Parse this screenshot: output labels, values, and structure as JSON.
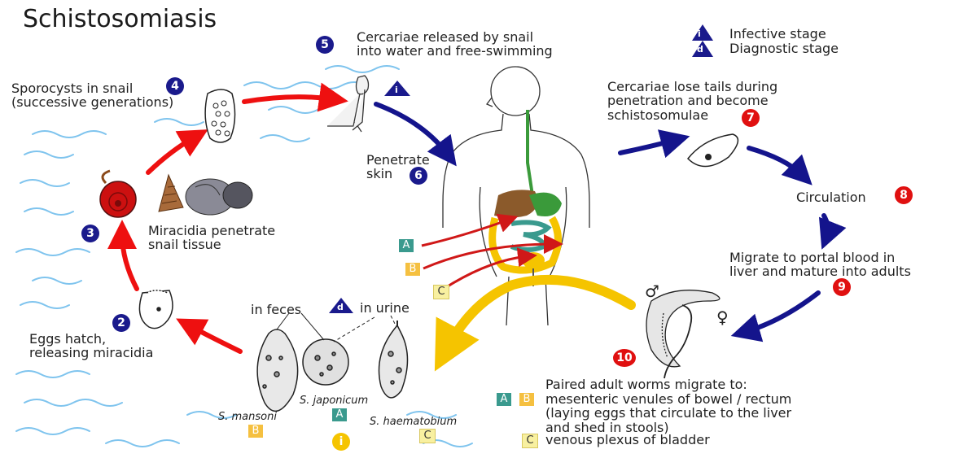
{
  "title": "Schistosomiasis",
  "legend": {
    "infective_symbol": "i",
    "infective": "Infective stage",
    "diagnostic_symbol": "d",
    "diagnostic": "Diagnostic stage"
  },
  "steps": [
    {
      "num": "2",
      "text": "Eggs hatch,\nreleasing miracidia"
    },
    {
      "num": "3",
      "text": "Miracidia penetrate\nsnail tissue"
    },
    {
      "num": "4",
      "text": "Sporocysts in snail\n(successive generations)"
    },
    {
      "num": "5",
      "text": "Cercariae released by snail\ninto water and free-swimming"
    },
    {
      "num": "6",
      "text": "Penetrate\nskin"
    },
    {
      "num": "7",
      "text": "Cercariae lose tails during\npenetration and become\nschistosomulae"
    },
    {
      "num": "8",
      "text": "Circulation"
    },
    {
      "num": "9",
      "text": "Migrate to portal blood in\nliver and mature into adults"
    },
    {
      "num": "10",
      "text": "Paired adult worms migrate to:"
    }
  ],
  "stage_marker": "i",
  "diag_marker": "d",
  "feces": "in feces",
  "urine": "in urine",
  "species": {
    "mansoni": "S. mansoni",
    "japonicum": "S. japonicum",
    "haematobium": "S. haematobium"
  },
  "letters": {
    "a": "A",
    "b": "B",
    "c": "C"
  },
  "migration": {
    "ab_letters": "A B",
    "ab_text": "mesenteric venules of bowel / rectum\n(laying eggs that circulate to the liver\nand shed in stools)",
    "c_text": "venous plexus of bladder"
  },
  "symbols": {
    "male": "♂",
    "female": "♀"
  },
  "colors": {
    "blue_badge": "#1a1a8c",
    "red_badge": "#e01010",
    "red_arrow": "#ee1010",
    "blue_arrow": "#14148c",
    "yellow_arrow": "#f5c400",
    "water": "#7fc4ee"
  }
}
